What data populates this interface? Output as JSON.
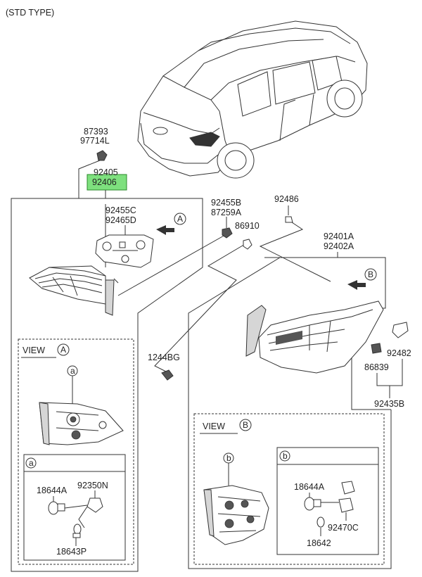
{
  "header": {
    "type_label": "(STD TYPE)"
  },
  "parts": {
    "p87393": "87393",
    "p97714L": "97714L",
    "p92405": "92405",
    "p92406": "92406",
    "p92455C": "92455C",
    "p92465D": "92465D",
    "p92455B": "92455B",
    "p87259A": "87259A",
    "p86910": "86910",
    "p92486": "92486",
    "p92401A": "92401A",
    "p92402A": "92402A",
    "p1244BG": "1244BG",
    "p86839": "86839",
    "p92482": "92482",
    "p92435B": "92435B",
    "p18644A_a": "18644A",
    "p92350N": "92350N",
    "p18643P": "18643P",
    "p18644A_b": "18644A",
    "p92470C": "92470C",
    "p18642": "18642"
  },
  "views": {
    "view_label": "VIEW",
    "view_a_letter": "A",
    "view_b_letter": "B",
    "detail_a": "a",
    "detail_b": "b"
  },
  "highlight_color": "#7ee07e"
}
